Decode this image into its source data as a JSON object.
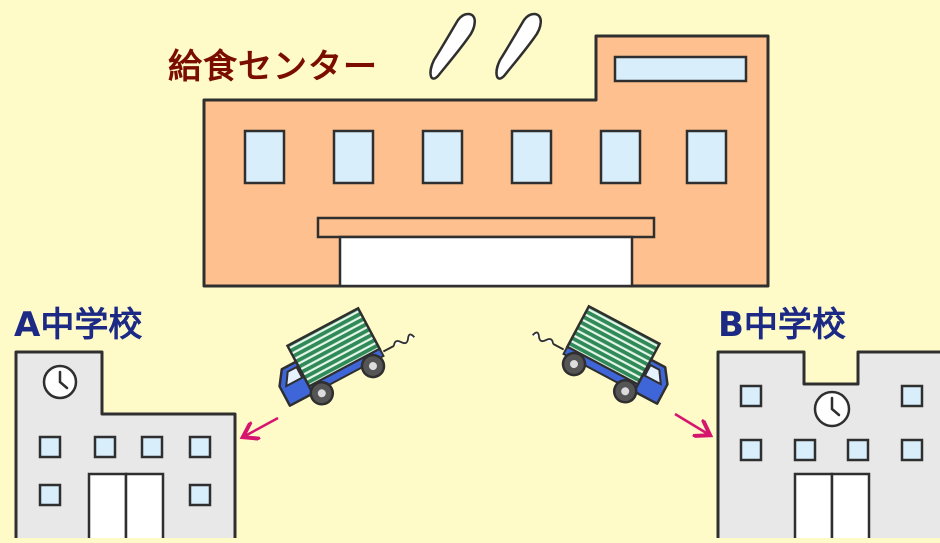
{
  "labels": {
    "center": "給食センター",
    "school_a": "A中学校",
    "school_b": "B中学校"
  },
  "colors": {
    "background": "#fffbc9",
    "center_label": "#7a0d00",
    "school_label": "#1c2a86",
    "center_wall": "#fdc08e",
    "outline": "#2f2f2f",
    "window": "#d8eefb",
    "school_wall": "#e8e8e8",
    "truck_cargo": "#2f8a57",
    "truck_cab": "#3f66d8",
    "arrow": "#d6166e"
  },
  "icons": [
    "steam-icon",
    "clock-icon",
    "truck-icon",
    "exhaust-icon",
    "arrow-icon"
  ]
}
